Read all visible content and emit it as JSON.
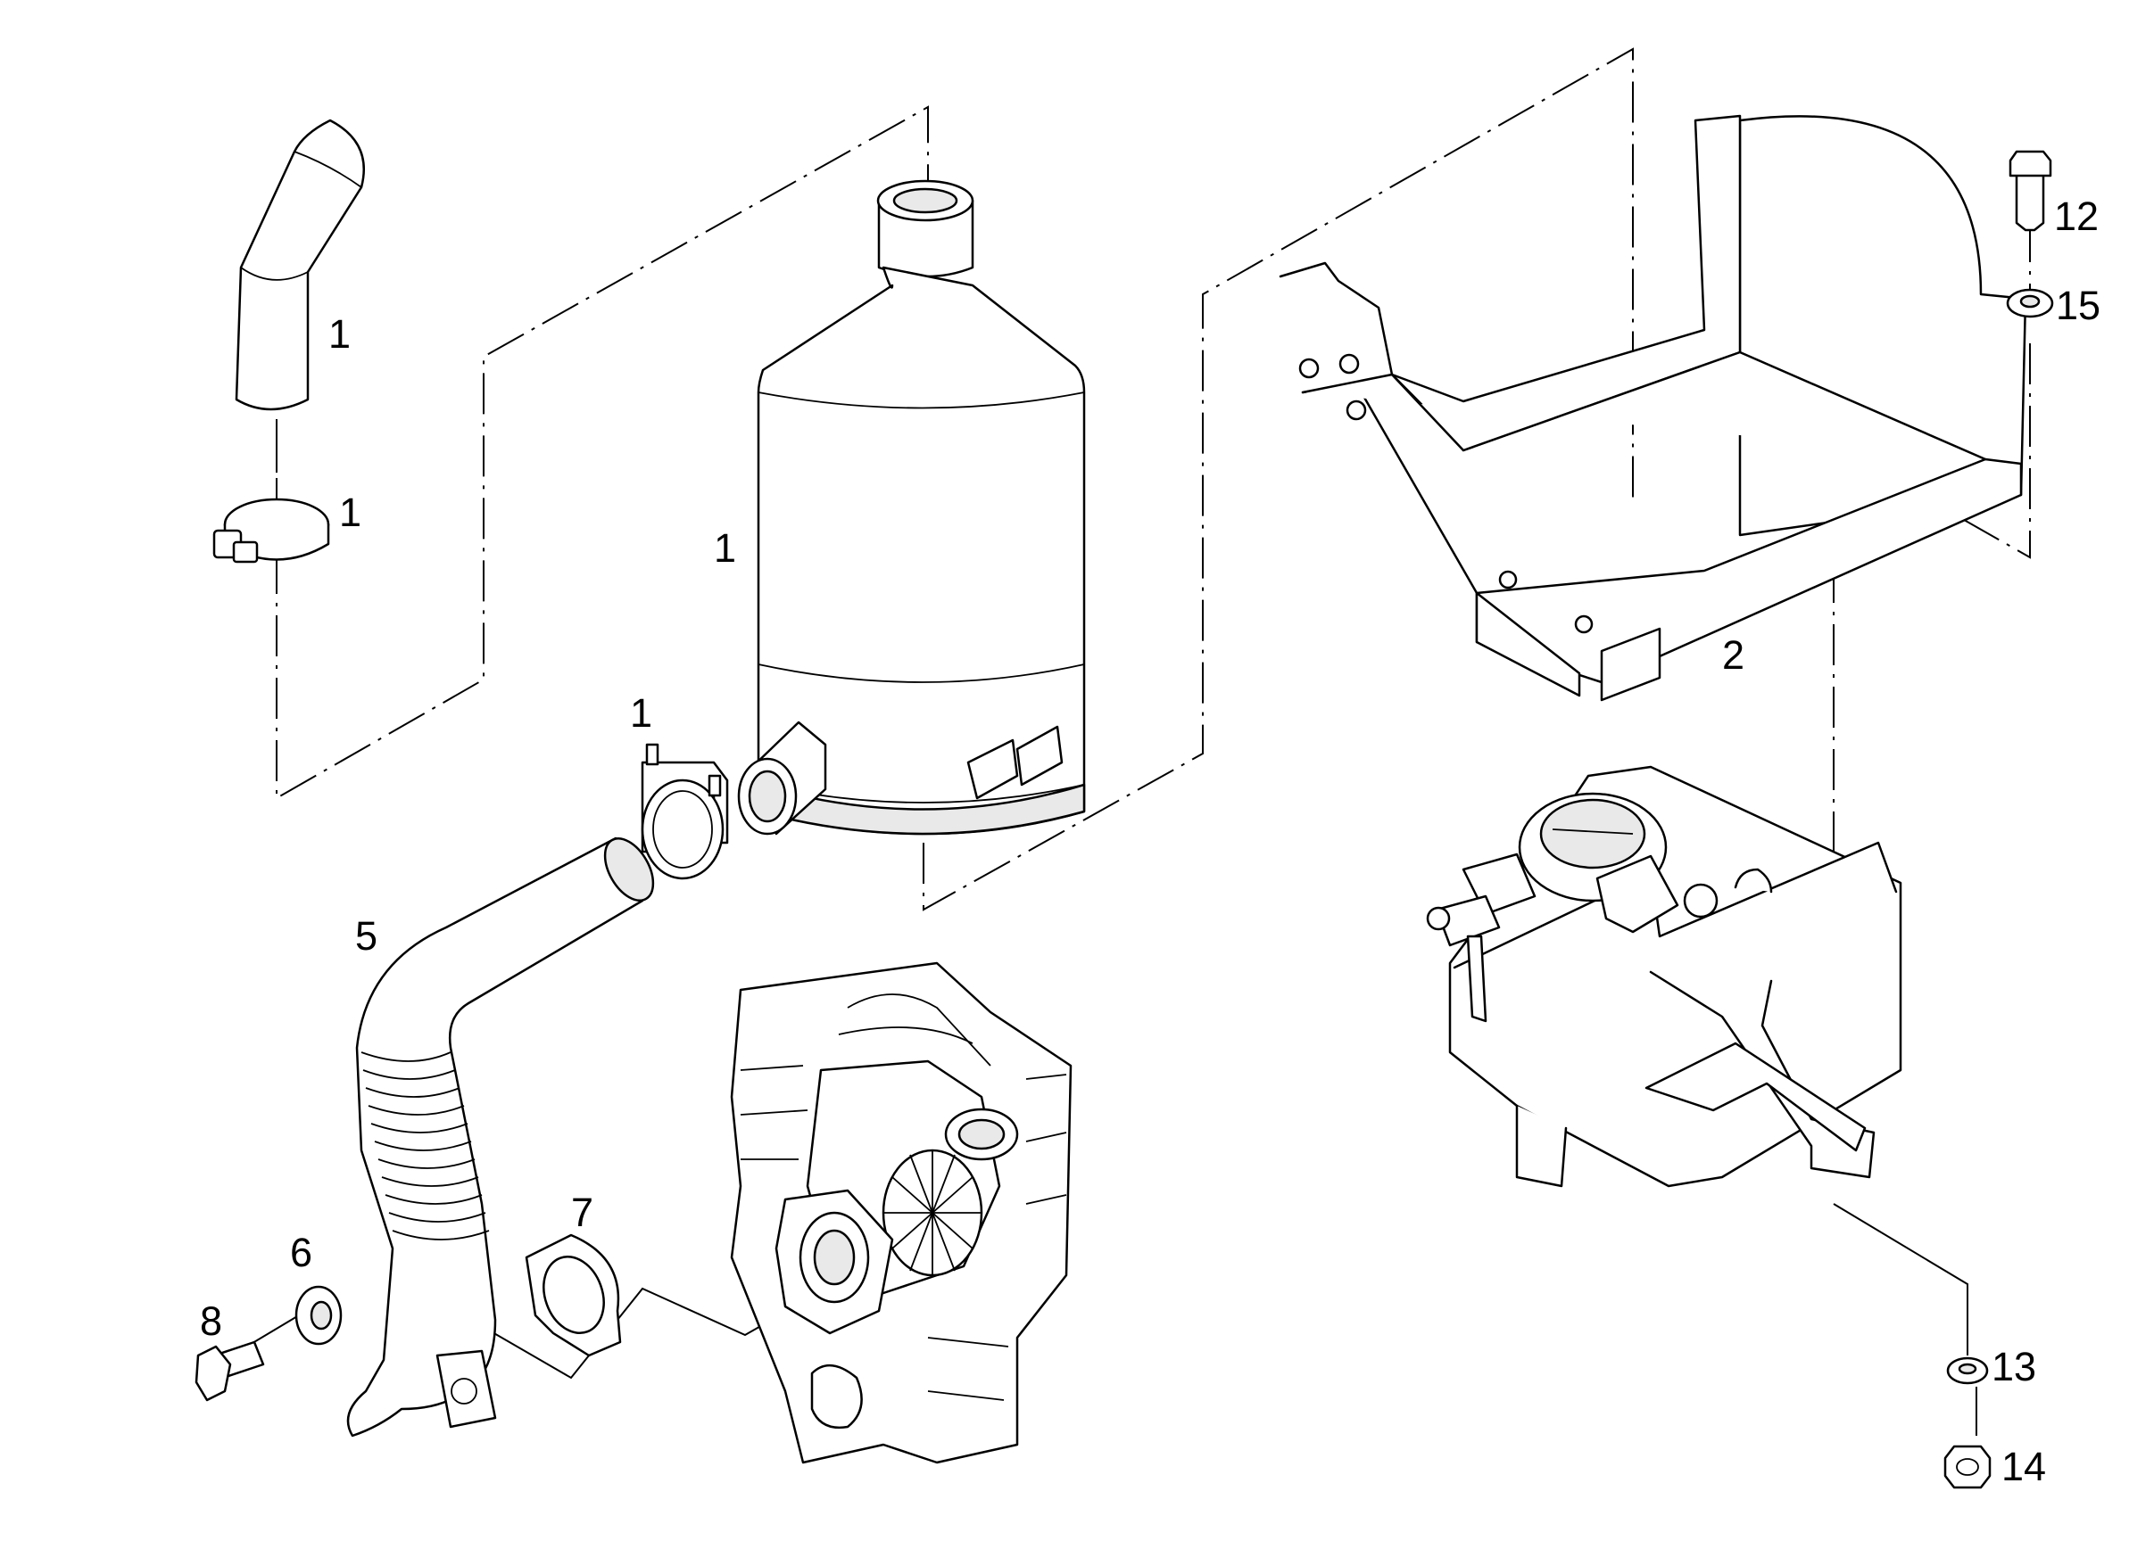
{
  "diagram": {
    "callouts": {
      "tailpipe": "1",
      "clamp_upper": "1",
      "muffler": "1",
      "clamp_lower": "1",
      "bracket": "2",
      "hose": "5",
      "washer": "6",
      "gasket": "7",
      "screw": "8",
      "bolt": "12",
      "washer_lower": "13",
      "nut": "14",
      "washer_upper": "15"
    }
  }
}
